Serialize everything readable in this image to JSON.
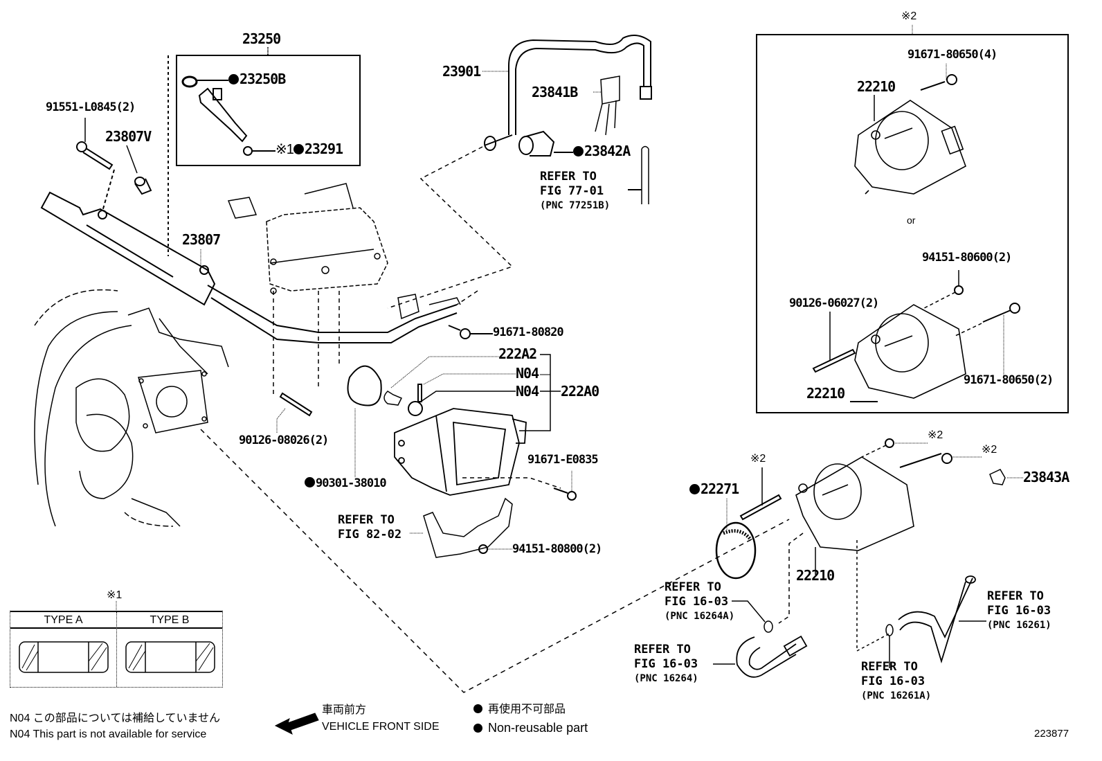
{
  "figure_number": "223877",
  "box_markers": {
    "injector_box_label": "23250",
    "throttle_box_marker": "※2",
    "type_table_marker": "※1",
    "or_text": "or"
  },
  "callouts": {
    "p23250B": "23250B",
    "p23291_prefix": "※1",
    "p23291": "23291",
    "p91551": "91551-L0845(2)",
    "p23807V": "23807V",
    "p23807": "23807",
    "p23901": "23901",
    "p23841B": "23841B",
    "p23842A": "23842A",
    "p91671_80820": "91671-80820",
    "p222A2": "222A2",
    "pN04a": "N04",
    "pN04b": "N04",
    "p222A0": "222A0",
    "p90126_08026": "90126-08026(2)",
    "p90301": "90301-38010",
    "p91671_E0835": "91671-E0835",
    "p94151_80800": "94151-80800(2)",
    "p22271": "22271",
    "p22210_main": "22210",
    "p22210_box1": "22210",
    "p22210_box2": "22210",
    "p91671_80650_4": "91671-80650(4)",
    "p94151_80600": "94151-80600(2)",
    "p90126_06027": "90126-06027(2)",
    "p91671_80650_2": "91671-80650(2)",
    "p23843A": "23843A",
    "x2_stud": "※2",
    "x2_nut": "※2",
    "x2_bolt": "※2"
  },
  "references": [
    {
      "line1": "REFER TO",
      "line2": "FIG 77-01",
      "pnc": "(PNC 77251B)"
    },
    {
      "line1": "REFER TO",
      "line2": "FIG 82-02",
      "pnc": ""
    },
    {
      "line1": "REFER TO",
      "line2": "FIG 16-03",
      "pnc": "(PNC 16264A)"
    },
    {
      "line1": "REFER TO",
      "line2": "FIG 16-03",
      "pnc": "(PNC 16264)"
    },
    {
      "line1": "REFER TO",
      "line2": "FIG 16-03",
      "pnc": "(PNC 16261)"
    },
    {
      "line1": "REFER TO",
      "line2": "FIG 16-03",
      "pnc": "(PNC 16261A)"
    }
  ],
  "type_table": {
    "headers": [
      "TYPE A",
      "TYPE B"
    ]
  },
  "legend": {
    "n04_jp": "N04  この部品については補給していません",
    "n04_en": "N04  This part is not available for service",
    "front_jp": "車両前方",
    "front_en": "VEHICLE FRONT SIDE",
    "nonreuse_jp": "再使用不可部品",
    "nonreuse_en": "Non-reusable part"
  }
}
